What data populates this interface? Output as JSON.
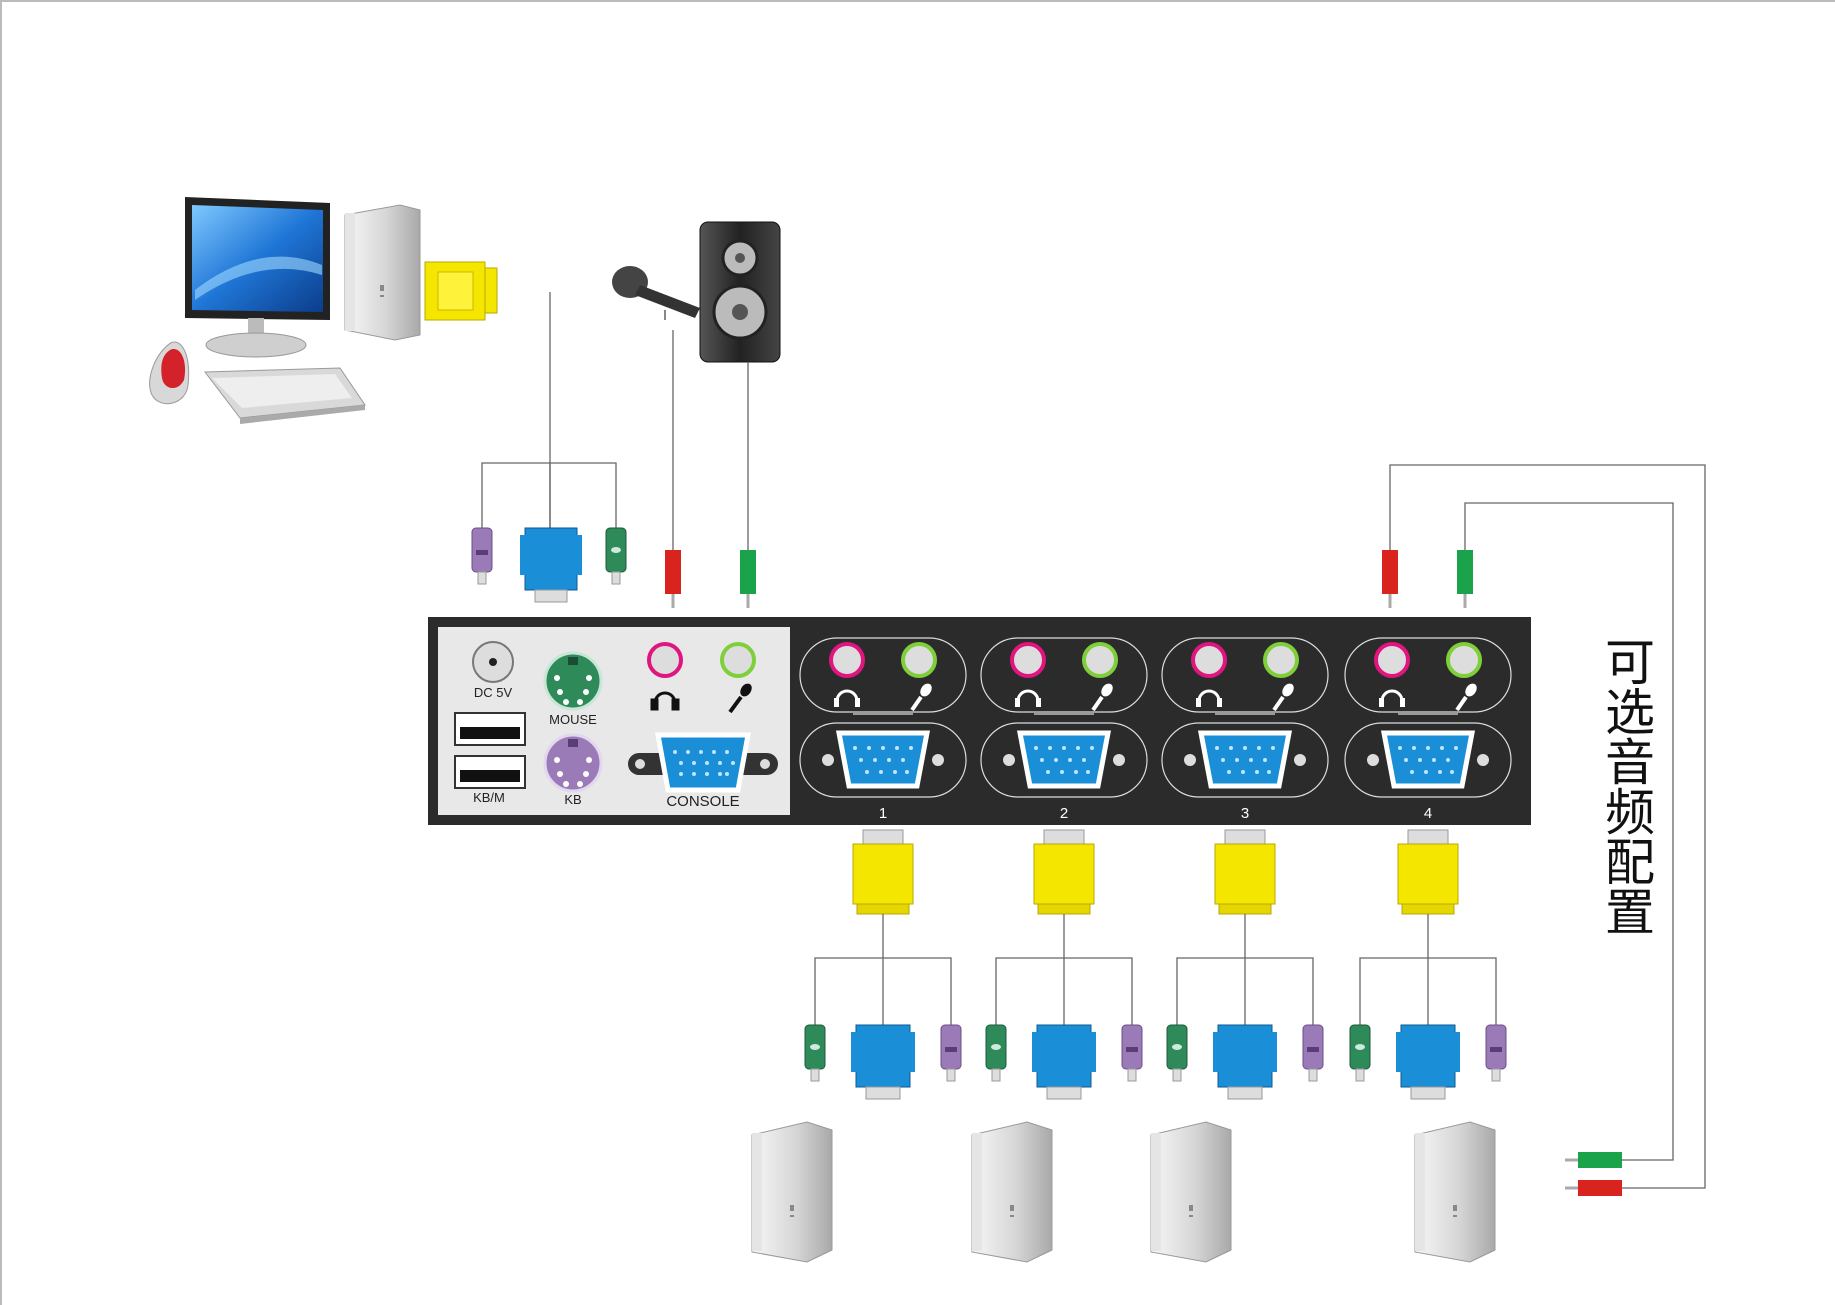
{
  "kvm_panel": {
    "console_section": {
      "dc_label": "DC 5V",
      "mouse_label": "MOUSE",
      "kb_label": "KB",
      "usb_label": "KB/M",
      "console_label": "CONSOLE"
    },
    "ports": [
      {
        "label": "1"
      },
      {
        "label": "2"
      },
      {
        "label": "3"
      },
      {
        "label": "4"
      }
    ]
  },
  "side_caption": "可选音频配置",
  "colors": {
    "panel": "#2b2b2b",
    "console_bg": "#e8e8e8",
    "vga_blue": "#1a8fd8",
    "vga_yellow": "#f5e600",
    "ps2_green": "#2f8a5a",
    "ps2_purple": "#9b7ab8",
    "audio_red": "#d8231f",
    "audio_green": "#1aa34a",
    "line": "#555555"
  },
  "icons": [
    "monitor-icon",
    "tower-pc-icon",
    "keyboard-icon",
    "mouse-icon",
    "microphone-icon",
    "speaker-icon",
    "headphone-icon",
    "vga-port-icon",
    "ps2-port-icon",
    "usb-port-icon",
    "audio-jack-icon"
  ]
}
